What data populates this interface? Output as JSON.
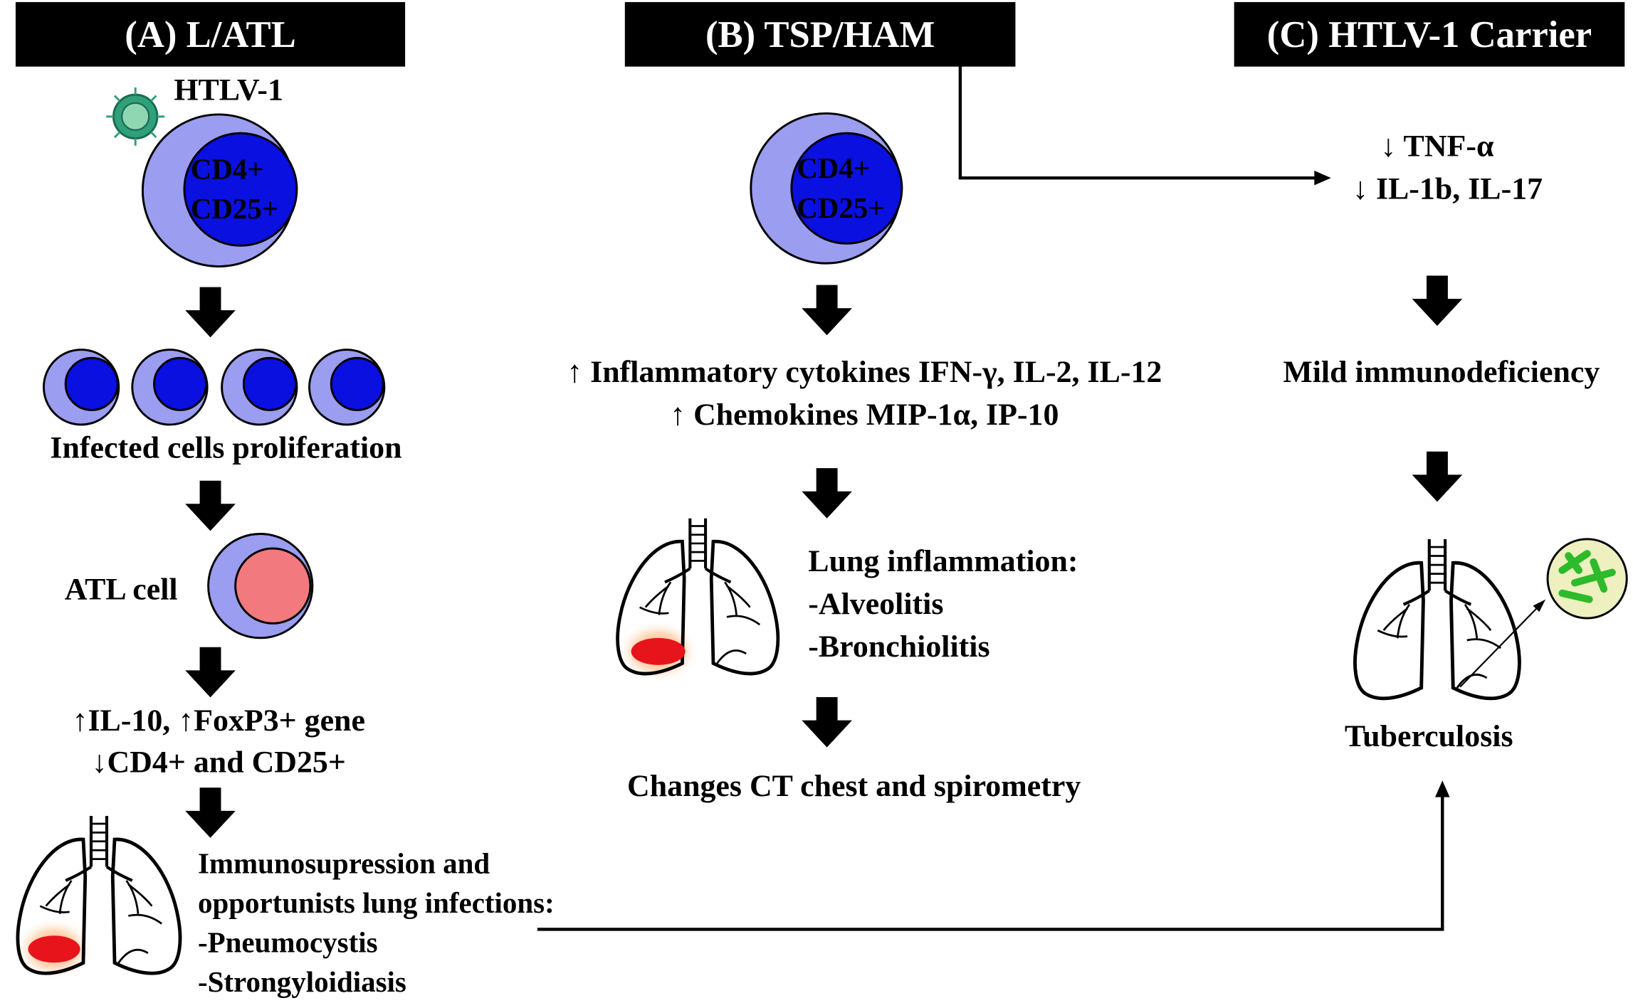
{
  "panels": {
    "a": {
      "header": "(A) L/ATL",
      "virus_label": "HTLV-1",
      "cell_markers": [
        "CD4+",
        "CD25+"
      ],
      "proliferation_label": "Infected cells proliferation",
      "atl_label": "ATL cell",
      "gene_lines": [
        "↑IL-10, ↑FoxP3+ gene",
        "↓CD4+ and CD25+"
      ],
      "infection_lines": [
        "Immunosupression and",
        "opportunists lung infections:",
        "-Pneumocystis",
        "-Strongyloidiasis"
      ]
    },
    "b": {
      "header": "(B) TSP/HAM",
      "cell_markers": [
        "CD4+",
        "CD25+"
      ],
      "cytokine_lines": [
        "↑ Inflammatory cytokines IFN-γ, IL-2, IL-12",
        "↑ Chemokines MIP-1α, IP-10"
      ],
      "inflammation_lines": [
        "Lung inflammation:",
        "-Alveolitis",
        "-Bronchiolitis"
      ],
      "outcome": "Changes CT chest and spirometry"
    },
    "c": {
      "header": "(C) HTLV-1 Carrier",
      "cytokine_lines": [
        "↓ TNF-α",
        "↓ IL-1b, IL-17"
      ],
      "deficiency": "Mild immunodeficiency",
      "disease": "Tuberculosis"
    }
  },
  "colors": {
    "cell_outer": "#9b9df0",
    "cell_nucleus": "#0a10e0",
    "atl_nucleus": "#f27a7e",
    "virus": "#2fa07a",
    "lesion": "#e8141c",
    "bacteria_bg": "#eef0c0",
    "bacteria": "#2dbb2b"
  }
}
